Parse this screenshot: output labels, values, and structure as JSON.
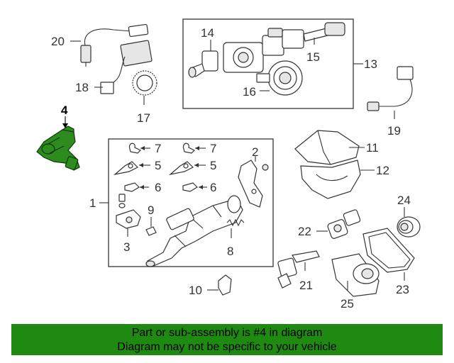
{
  "callouts": {
    "c1": "1",
    "c2": "2",
    "c3": "3",
    "c4": "4",
    "c5a": "5",
    "c5b": "5",
    "c6a": "6",
    "c6b": "6",
    "c7a": "7",
    "c7b": "7",
    "c8": "8",
    "c9": "9",
    "c10": "10",
    "c11": "11",
    "c12": "12",
    "c13": "13",
    "c14": "14",
    "c15": "15",
    "c16": "16",
    "c17": "17",
    "c18": "18",
    "c19": "19",
    "c20": "20",
    "c21": "21",
    "c22": "22",
    "c23": "23",
    "c24": "24",
    "c25": "25"
  },
  "banner": {
    "line1": "Part or sub-assembly is #4 in diagram",
    "line2": "Diagram may not be specific to your vehicle"
  },
  "colors": {
    "highlight": "#2e8b1e",
    "banner": "#1f8a12"
  }
}
